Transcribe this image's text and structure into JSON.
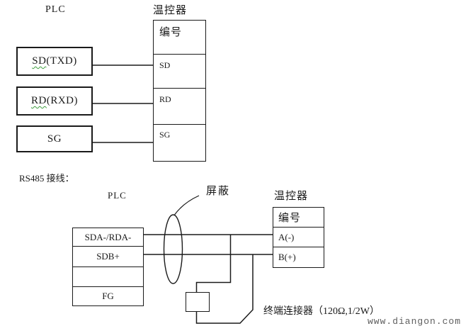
{
  "colors": {
    "line": "#1a1a1a",
    "spellcheck_wavy": "#3f9f3f",
    "watermark": "#5f5f5f"
  },
  "top_diagram": {
    "plc_label": "PLC",
    "controller_label": "温控器",
    "plc_boxes": [
      {
        "wavy": "SD",
        "rest": "(TXD)"
      },
      {
        "wavy": "RD",
        "rest": "(RXD)"
      },
      {
        "wavy": "",
        "rest": "SG"
      }
    ],
    "controller_rows": [
      "编号",
      "SD",
      "RD",
      "SG"
    ]
  },
  "bottom_diagram": {
    "heading": "RS485 接线：",
    "plc_label": "PLC",
    "shield_label": "屏蔽",
    "controller_label": "温控器",
    "plc_rows": [
      "SDA-/RDA-",
      "SDB+",
      "",
      "FG"
    ],
    "controller_rows": [
      "编号",
      "A(-)",
      "B(+)"
    ],
    "terminator_label": "终端连接器（120Ω,1/2W）",
    "watermark": "www.diangon.com"
  }
}
